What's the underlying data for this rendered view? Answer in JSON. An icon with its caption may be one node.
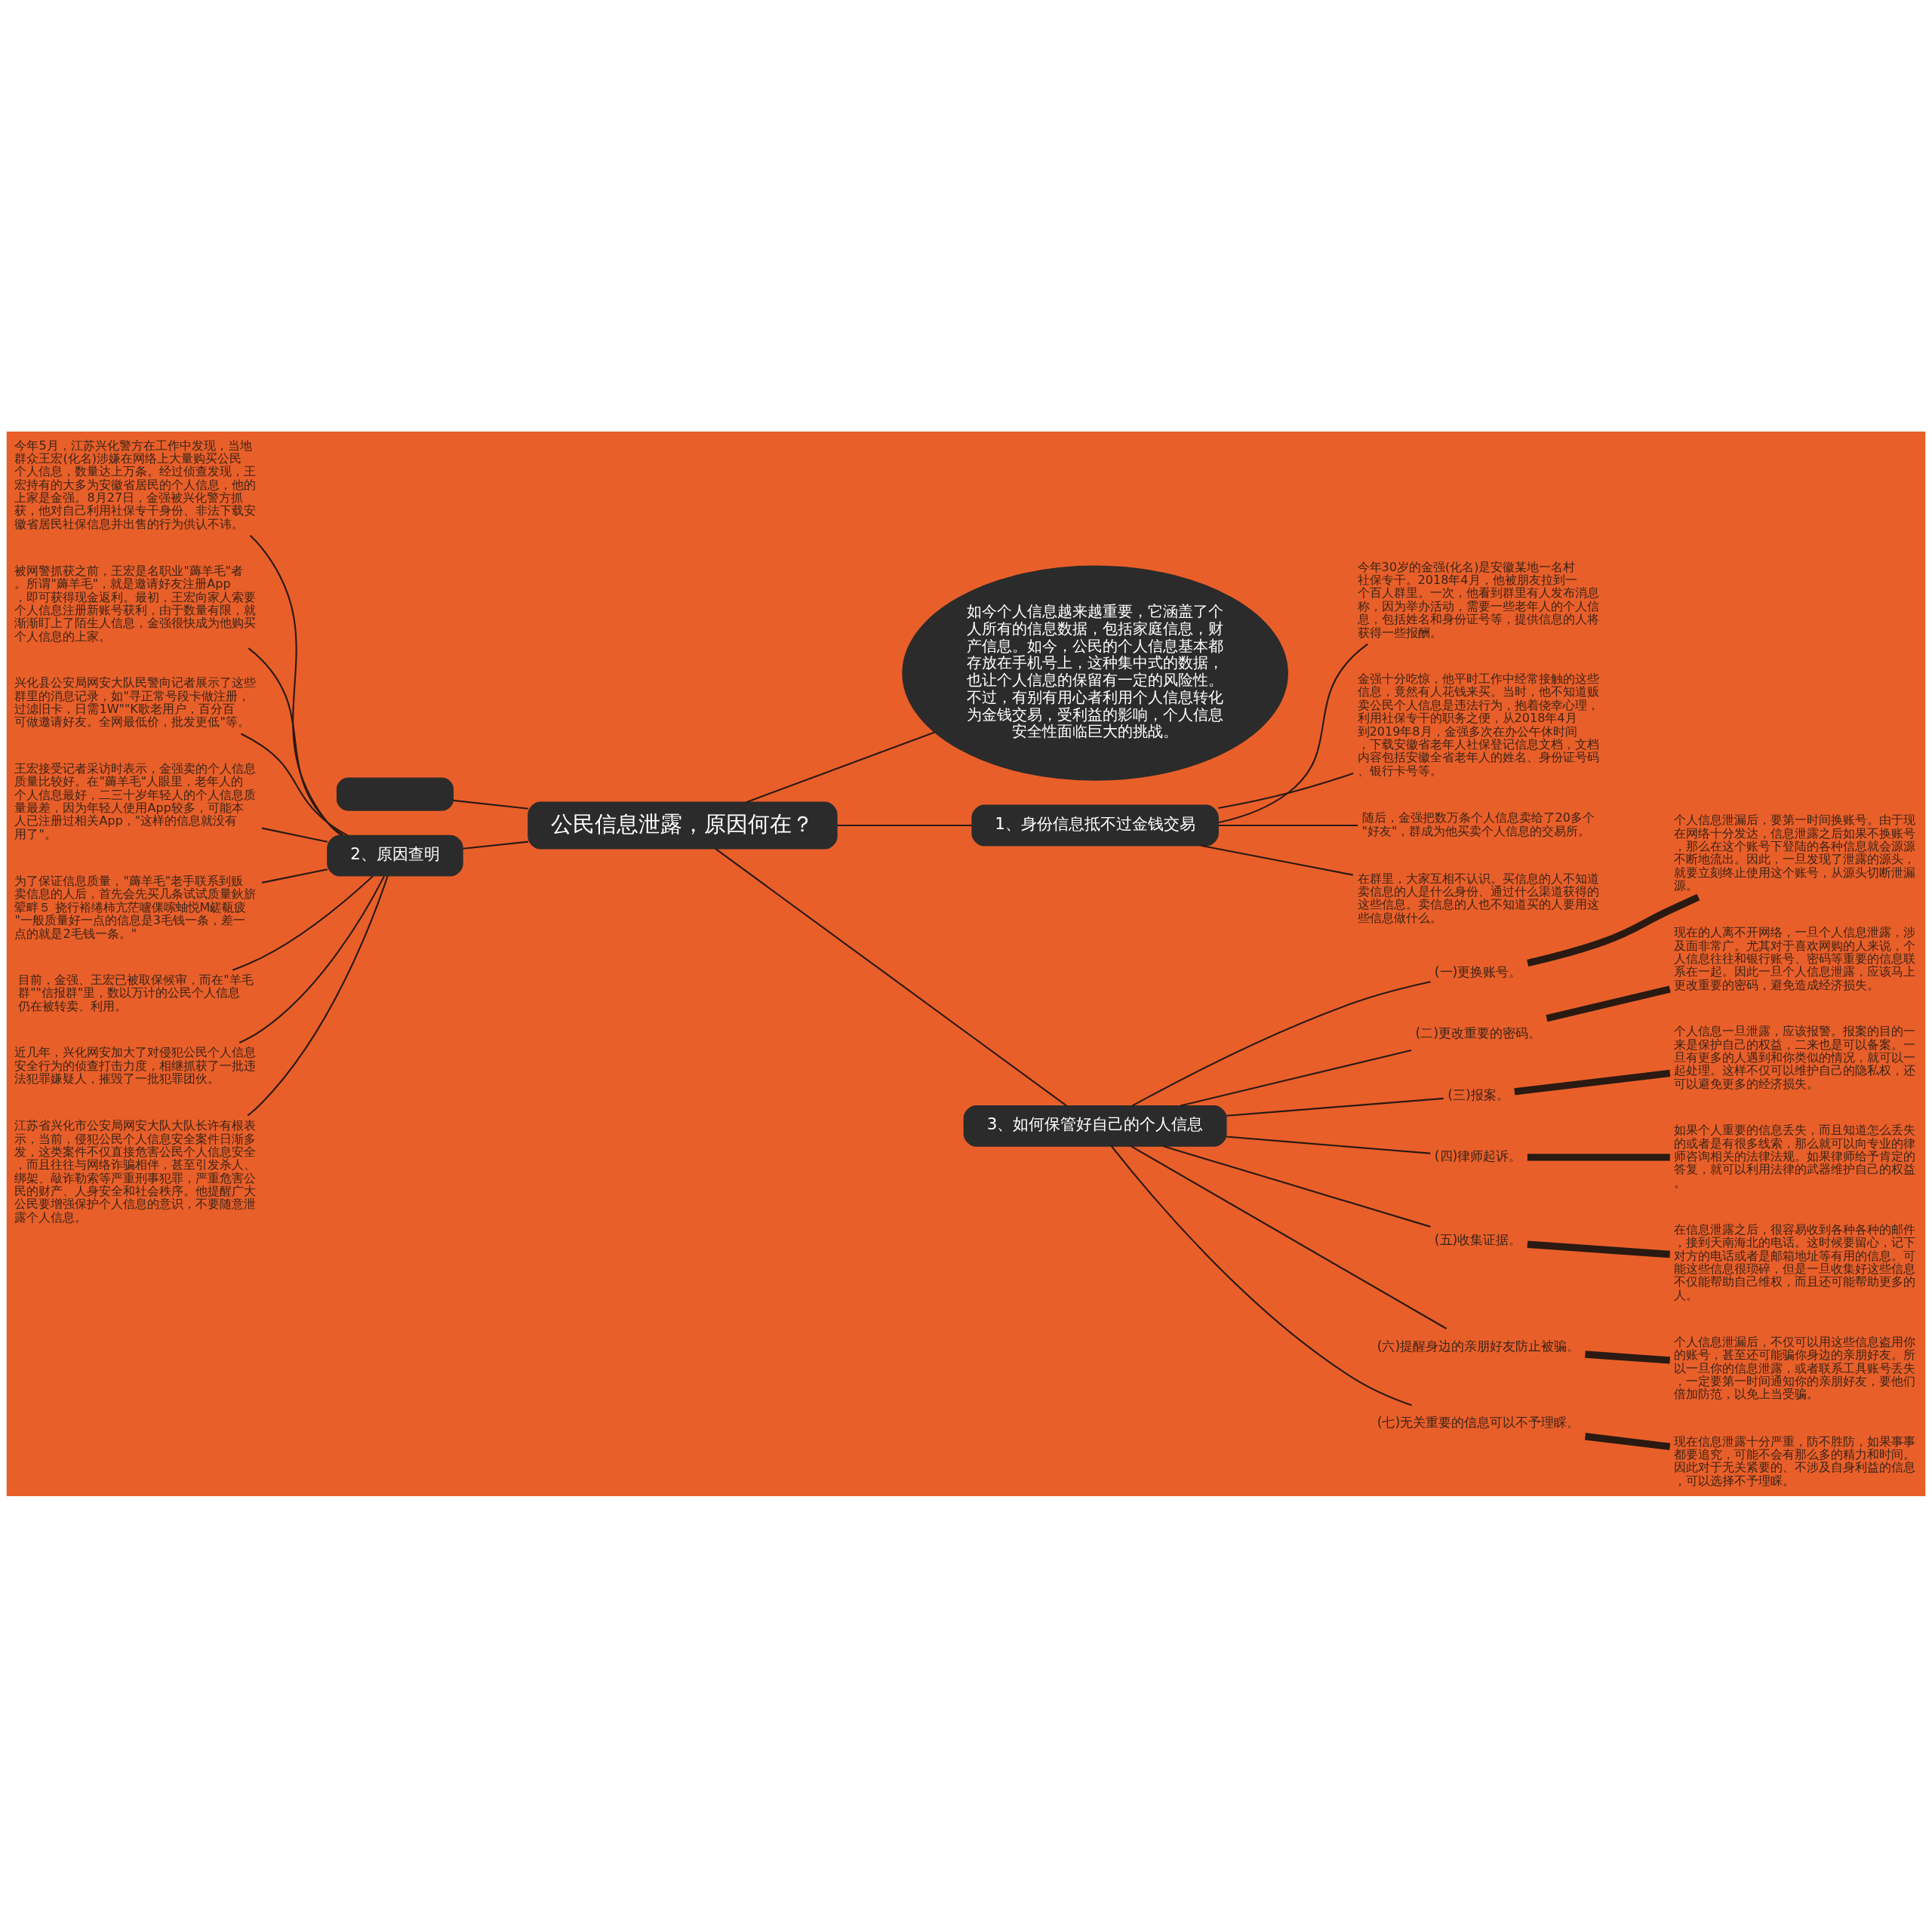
{
  "diagram": {
    "nodes": [
      {
        "text": [
          "公民信息泄露，原因何在？"
        ]
      },
      {
        "text": [
          "如今个人信息越来越重要，它涵盖了个人所有的信息数据，包括家庭信息，财产信息。如今，公民的个人信息基本都存放在手机号上，这种集中式的数据，也让个人信息的保留有一定的风险性。不过，有别有用心者利用个人信息转化为金钱交易，受利益的影响，个人信息安全性面临巨大的挑战。"
        ]
      },
      {
        "text": [],
        "shape": "box"
      },
      {
        "text": [
          "1、身份信息抵不过金钱交易"
        ]
      },
      {
        "text": [
          "今年30岁的金强(化名)是安徽某地一名村社保专干。2018年4月，他被朋友拉到一个百人群里。一次，他看到群里有人发布消息称，因为举办活动，需要一些老年人的个人信息，包括姓名和身份证号等，提供信息的人将获得一些报酬。"
        ]
      },
      {
        "text": [
          "金强十分吃惊，他平时工作中经常接触的这些信息，竟然有人花钱来买。当时，他不知道贩卖公民个人信息是违法行为，抱着侥幸心理，利用社保专干的职务之便，从2018年4月到2019年8月，金强多次在办公午休时间，下载安徽省老年人社保登记信息文档，文档内容包括安徽全省老年人的姓名、身份证号码、银行卡号等。"
        ]
      },
      {
        "text": [
          "随后，金强把数万条个人信息卖给了20多个\"好友\"，群成为他买卖个人信息的交易所。"
        ]
      },
      {
        "text": [
          "在群里，大家互相不认识。买信息的人不知道卖信息的人是什么身份、通过什么渠道获得的这些信息。卖信息的人也不知道买的人要用这些信息做什么。"
        ]
      },
      {
        "text": [
          "2、原因查明"
        ]
      },
      {
        "text": [
          "今年5月，江苏兴化警方在工作中发现，当地群众王宏(化名)涉嫌在网络上大量购买公民个人信息，数量达上万条。经过侦查发现，王宏持有的大多为安徽省居民的个人信息，他的上家是金强。8月27日，金强被兴化警方抓获，他对自己利用社保专干身份、非法下载安徽省居民社保信息并出售的行为供认不讳。"
        ]
      },
      {
        "text": [
          "被网警抓获之前，王宏是名职业\"薅羊毛\"者。所谓\"薅羊毛\"，就是邀请好友注册App，即可获得现金返利。最初，王宏向家人索要个人信息注册新账号获利，由于数量有限，就渐渐盯上了陌生人信息，金强很快成为他购买个人信息的上家。"
        ]
      },
      {
        "text": [
          "兴化县公安局网安大队民警向记者展示了这些群里的消息记录，如\"寻正常号段卡做注册，过滤旧卡，日需1W\"\"K歌老用户，百分百可做邀请好友。全网最低价，批发更低\"等。"
        ]
      },
      {
        "text": [
          "王宏接受记者采访时表示，金强卖的个人信息质量比较好。在\"薅羊毛\"人眼里，老年人的个人信息最好，二三十岁年轻人的个人信息质量最差，因为年轻人使用App较多，可能本人已注册过相关App，\"这样的信息就没有用了\"。"
        ]
      },
      {
        "text": [
          "为了保证信息质量，\"薅羊毛\"老手联系到贩卖信息的人后，首先会先买几条试试质量鈥旂翚畔５ 挠行裕绻柿亢茫嚧倮嗦蚰悦M鹾瓻疲\"一般质量好一点的信息是3毛钱一条，差一点的就是2毛钱一条。\""
        ]
      },
      {
        "text": [
          "目前，金强、王宏已被取保候审，而在\"羊毛群\"\"信报群\"里，数以万计的公民个人信息仍在被转卖、利用。"
        ]
      },
      {
        "text": [
          "近几年，兴化网安加大了对侵犯公民个人信息安全行为的侦查打击力度，相继抓获了一批违法犯罪嫌疑人，摧毁了一批犯罪团伙。"
        ]
      },
      {
        "text": [
          "江苏省兴化市公安局网安大队大队长许有根表示，当前，侵犯公民个人信息安全案件日渐多发，这类案件不仅直接危害公民个人信息安全，而且往往与网络诈骗相伴，甚至引发杀人、绑架、敲诈勒索等严重刑事犯罪，严重危害公民的财产、人身安全和社会秩序。他提醒广大公民要增强保护个人信息的意识，不要随意泄露个人信息。"
        ]
      },
      {
        "text": [
          "3、如何保管好自己的个人信息"
        ]
      },
      {
        "text": [
          "(一)更换账号。"
        ]
      },
      {
        "text": [
          "个人信息泄漏后，要第一时间换账号。由于现在网络十分发达，信息泄露之后如果不换账号，那么在这个账号下登陆的各种信息就会源源不断地流出。因此，一旦发现了泄露的源头，就要立刻终止使用这个账号，从源头切断泄漏源。"
        ]
      },
      {
        "text": [
          "(二)更改重要的密码。"
        ]
      },
      {
        "text": [
          "现在的人离不开网络，一旦个人信息泄露，涉及面非常广。尤其对于喜欢网购的人来说，个人信息往往和银行账号、密码等重要的信息联系在一起。因此一旦个人信息泄露，应该马上更改重要的密码，避免造成经济损失。"
        ]
      },
      {
        "text": [
          "(三)报案。"
        ]
      },
      {
        "text": [
          "个人信息一旦泄露，应该报警。报案的目的一来是保护自己的权益，二来也是可以备案。一旦有更多的人遇到和你类似的情况，就可以一起处理。这样不仅可以维护自己的隐私权，还可以避免更多的经济损失。"
        ]
      },
      {
        "text": [
          "(四)律师起诉。"
        ]
      },
      {
        "text": [
          "如果个人重要的信息丢失，而且知道怎么丢失的或者是有很多线索，那么就可以向专业的律师咨询相关的法律法规。如果律师给予肯定的答复，就可以利用法律的武器维护自己的权益。"
        ]
      },
      {
        "text": [
          "(五)收集证据。"
        ]
      },
      {
        "text": [
          "在信息泄露之后，很容易收到各种各种的邮件，接到天南海北的电话。这时候要留心，记下对方的电话或者是邮箱地址等有用的信息。可能这些信息很琐碎，但是一旦收集好这些信息不仅能帮助自己维权，而且还可能帮助更多的人。"
        ]
      },
      {
        "text": [
          "(六)提醒身边的亲朋好友防止被骗。"
        ]
      },
      {
        "text": [
          "个人信息泄漏后，不仅可以用这些信息盗用你的账号，甚至还可能骗你身边的亲朋好友。所以一旦你的信息泄露，或者联系工具账号丢失，一定要第一时间通知你的亲朋好友，要他们倍加防范，以免上当受骗。"
        ]
      },
      {
        "text": [
          "(七)无关重要的信息可以不予理睬。"
        ]
      },
      {
        "text": [
          "现在信息泄露十分严重，防不胜防，如果事事都要追究，可能不会有那么多的精力和时间。因此对于无关紧要的、不涉及自身利益的信息，可以选择不予理睬。"
        ]
      }
    ],
    "edges": [
      {
        "from": 0,
        "to": 1,
        "arrow": "none"
      },
      {
        "from": 0,
        "to": 2,
        "arrow": "none"
      },
      {
        "from": 0,
        "to": 3,
        "arrow": "none"
      },
      {
        "from": 3,
        "to": 4,
        "arrow": "none"
      },
      {
        "from": 3,
        "to": 5,
        "arrow": "none"
      },
      {
        "from": 3,
        "to": 6,
        "arrow": "none"
      },
      {
        "from": 3,
        "to": 7,
        "arrow": "none"
      },
      {
        "from": 0,
        "to": 8,
        "arrow": "none"
      },
      {
        "from": 8,
        "to": 9,
        "arrow": "none"
      },
      {
        "from": 8,
        "to": 10,
        "arrow": "none"
      },
      {
        "from": 8,
        "to": 11,
        "arrow": "none"
      },
      {
        "from": 8,
        "to": 12,
        "arrow": "none"
      },
      {
        "from": 8,
        "to": 13,
        "arrow": "none"
      },
      {
        "from": 8,
        "to": 14,
        "arrow": "none"
      },
      {
        "from": 8,
        "to": 15,
        "arrow": "none"
      },
      {
        "from": 8,
        "to": 16,
        "arrow": "none"
      },
      {
        "from": 0,
        "to": 17,
        "arrow": "none"
      },
      {
        "from": 17,
        "to": 18,
        "arrow": "none"
      },
      {
        "from": 18,
        "to": 19,
        "arrow": "none",
        "style": "thick"
      },
      {
        "from": 17,
        "to": 20,
        "arrow": "none"
      },
      {
        "from": 20,
        "to": 21,
        "arrow": "none",
        "style": "thick"
      },
      {
        "from": 17,
        "to": 22,
        "arrow": "none"
      },
      {
        "from": 22,
        "to": 23,
        "arrow": "none",
        "style": "thick"
      },
      {
        "from": 17,
        "to": 24,
        "arrow": "none"
      },
      {
        "from": 24,
        "to": 25,
        "arrow": "none",
        "style": "thick"
      },
      {
        "from": 17,
        "to": 26,
        "arrow": "none"
      },
      {
        "from": 26,
        "to": 27,
        "arrow": "none",
        "style": "thick"
      },
      {
        "from": 17,
        "to": 28,
        "arrow": "none"
      },
      {
        "from": 28,
        "to": 29,
        "arrow": "none",
        "style": "thick"
      },
      {
        "from": 17,
        "to": 30,
        "arrow": "none"
      },
      {
        "from": 30,
        "to": 31,
        "arrow": "none",
        "style": "thick"
      }
    ]
  }
}
